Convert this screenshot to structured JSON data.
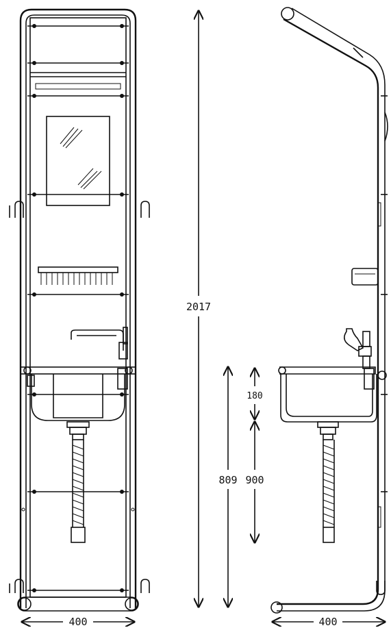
{
  "dimensions": {
    "front_width": "400",
    "side_width": "400",
    "total_height": "2017",
    "basin_height": "809",
    "basin_depth": "900",
    "basin_lip": "180"
  },
  "colors": {
    "ink": "#111111",
    "background": "#ffffff"
  }
}
